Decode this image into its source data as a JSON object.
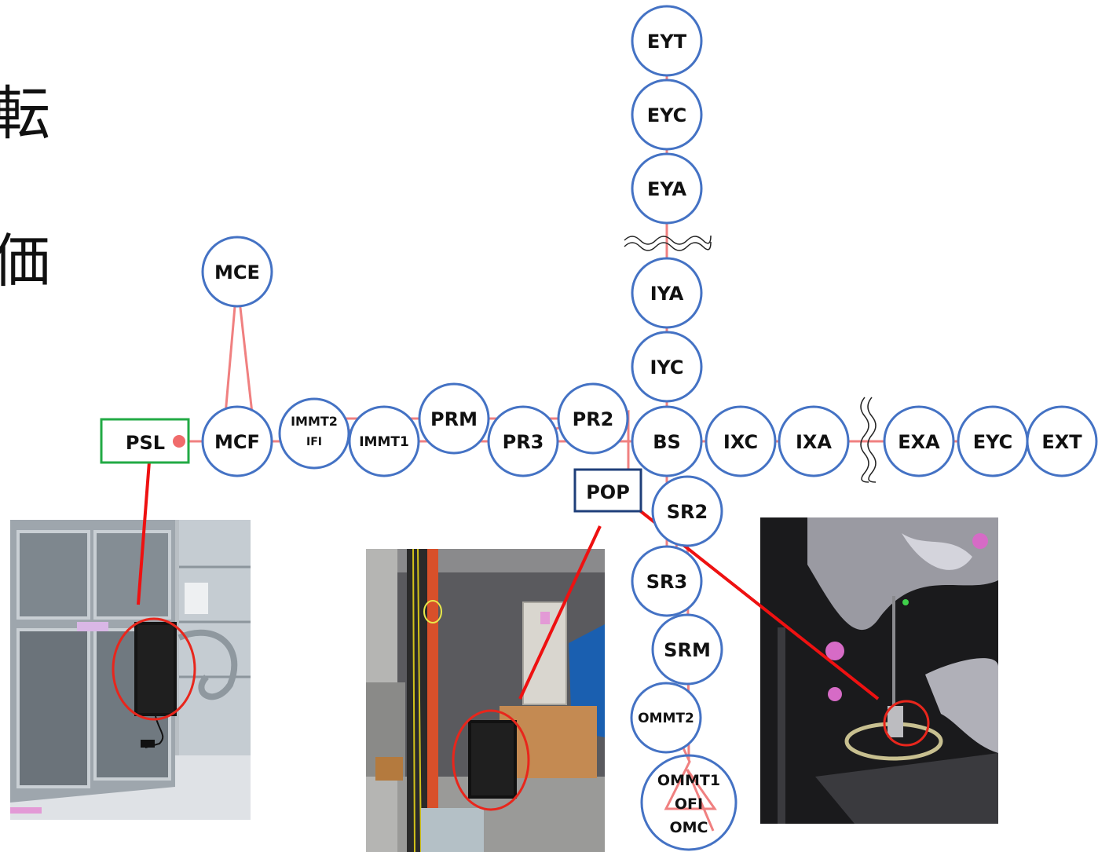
{
  "left_text": [
    "転",
    "価"
  ],
  "boxes": {
    "psl": {
      "label": "PSL",
      "color": "#22aa44"
    },
    "pop": {
      "label": "POP",
      "color": "#1f3f7a"
    }
  },
  "nodes": {
    "eyt": "EYT",
    "eyc_top": "EYC",
    "eya": "EYA",
    "iya": "IYA",
    "iyc": "IYC",
    "mce": "MCE",
    "mcf": "MCF",
    "immt2": "IMMT2",
    "ifi": "IFI",
    "immt1": "IMMT1",
    "prm": "PRM",
    "pr3": "PR3",
    "pr2": "PR2",
    "bs": "BS",
    "ixc": "IXC",
    "ixa": "IXA",
    "exa": "EXA",
    "eyc_right": "EYC",
    "ext": "EXT",
    "sr2": "SR2",
    "sr3": "SR3",
    "srm": "SRM",
    "ommt2": "OMMT2",
    "ommt1": "OMMT1",
    "ofi": "OFI",
    "omc": "OMC"
  },
  "photos": {
    "psl_speaker": "speaker-photo-cleanroom",
    "pop_speaker": "speaker-photo-tunnel",
    "sr_chamber": "vacuum-chamber-photo"
  },
  "colors": {
    "circle_stroke": "#4472c4",
    "beam": "#f08080",
    "pointer": "#ee1111",
    "highlight_ring": "#e8261c"
  }
}
